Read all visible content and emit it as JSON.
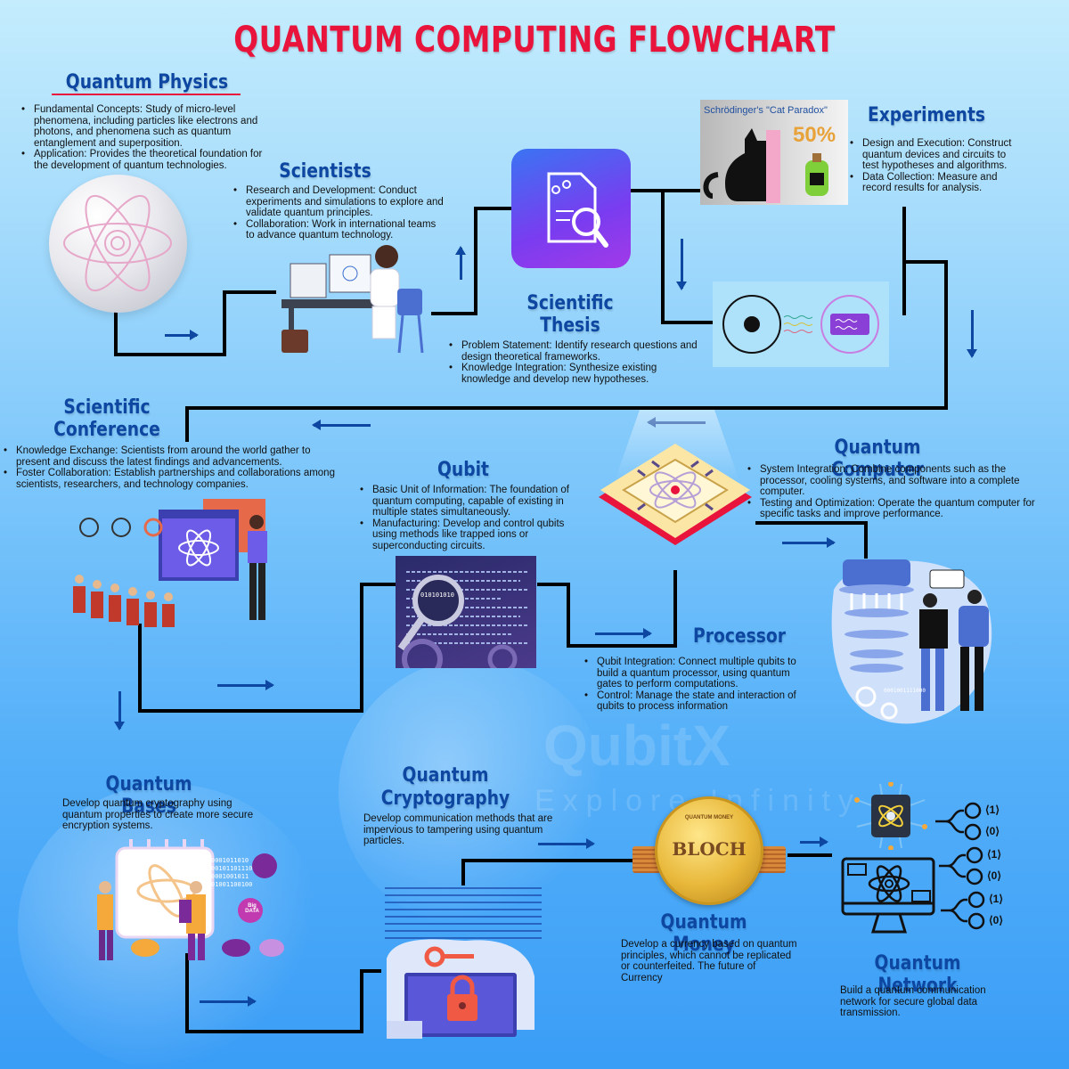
{
  "title": "QUANTUM COMPUTING FLOWCHART",
  "watermark": {
    "brand": "QubitX",
    "tagline": "Explore Infinity"
  },
  "colors": {
    "title": "#e8143c",
    "heading": "#0d47a1",
    "arrow": "#0d47a1",
    "connector": "#000000",
    "underline": "#e8143c"
  },
  "nodes": {
    "quantum_physics": {
      "heading": "Quantum Physics",
      "bullets": [
        "Fundamental Concepts: Study of micro-level phenomena, including particles like electrons and photons, and phenomena such as quantum entanglement and superposition.",
        "Application: Provides the theoretical foundation for the development of quantum technologies."
      ],
      "image": "atom-orb-icon"
    },
    "scientists": {
      "heading": "Scientists",
      "bullets": [
        "Research and Development: Conduct experiments and simulations to explore and validate quantum principles.",
        "Collaboration: Work in international teams to advance quantum technology."
      ],
      "image": "scientist-at-computer"
    },
    "scientific_thesis": {
      "heading_line1": "Scientific",
      "heading_line2": "Thesis",
      "bullets": [
        "Problem Statement: Identify research questions and design theoretical frameworks.",
        "Knowledge Integration: Synthesize existing knowledge and develop new hypotheses."
      ],
      "image": "document-magnifier-icon"
    },
    "experiments": {
      "heading": "Experiments",
      "image_caption": "Schrödinger's \"Cat Paradox\"",
      "image_percent": "50%",
      "bullets": [
        "Design and Execution: Construct quantum devices and circuits to test hypotheses and algorithms.",
        "Data Collection: Measure and record results for analysis."
      ],
      "secondary_image": "particle-wave-icon"
    },
    "scientific_conference": {
      "heading_line1": "Scientific",
      "heading_line2": "Conference",
      "bullets": [
        "Knowledge Exchange: Scientists from around the world gather to present and discuss the latest findings and advancements.",
        "Foster Collaboration: Establish partnerships and collaborations among scientists, researchers, and technology companies."
      ],
      "image": "conference-audience"
    },
    "qubit": {
      "heading": "Qubit",
      "bullets": [
        "Basic Unit of Information: The foundation of quantum computing, capable of existing in multiple states simultaneously.",
        "Manufacturing: Develop and control qubits using methods like trapped ions or superconducting circuits."
      ],
      "image_binary": "010101010"
    },
    "quantum_computer": {
      "heading": "Quantum Computer",
      "bullets": [
        "System Integration: Combine components such as the processor, cooling systems, and software into a complete computer.",
        "Testing and Optimization: Operate the quantum computer for specific tasks and improve performance."
      ],
      "image_binary": "0001001111000"
    },
    "processor": {
      "heading": "Processor",
      "bullets": [
        "Qubit Integration: Connect multiple qubits to build a quantum processor, using quantum gates to perform computations.",
        "Control: Manage the state and interaction of qubits to process information"
      ],
      "image": "quantum-chip-icon"
    },
    "quantum_bases": {
      "heading": "Quantum Bases",
      "description": "Develop quantum cryptography using quantum properties to create more secure encryption systems.",
      "image_badge": "Big DATA",
      "image_binary": [
        "0001011010",
        "00101101110",
        "0001001011",
        "01001100100"
      ]
    },
    "quantum_cryptography": {
      "heading_line1": "Quantum",
      "heading_line2": "Cryptography",
      "description": "Develop communication methods that are impervious to tampering using quantum particles.",
      "image": "lock-key-laptop"
    },
    "quantum_money": {
      "heading": "Quantum Money",
      "description": "Develop a currency based on quantum principles, which cannot be replicated or counterfeited. The future of Currency",
      "coin_top": "QUANTUM MONEY",
      "coin_label": "BLOCH"
    },
    "quantum_network": {
      "heading": "Quantum Network",
      "description": "Build a quantum communication network for secure global data transmission.",
      "states": [
        "⟨1⟩",
        "⟨0⟩",
        "⟨1⟩",
        "⟨0⟩",
        "⟨1⟩",
        "⟨0⟩"
      ]
    }
  }
}
